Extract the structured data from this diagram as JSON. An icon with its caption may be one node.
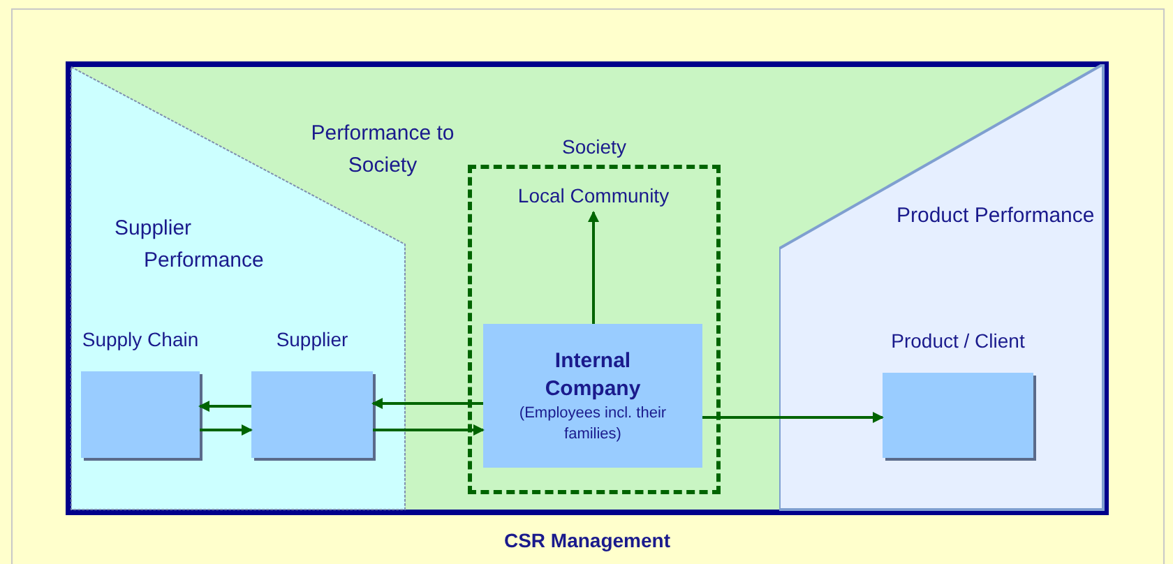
{
  "diagram": {
    "nodes": [
      {
        "text": [
          "CSR Management"
        ]
      },
      {
        "text": [
          "Supplier Performance"
        ],
        "in": 0
      },
      {
        "text": [
          "Supply Chain"
        ],
        "in": 1
      },
      {
        "text": [
          "Supplier"
        ],
        "in": 1
      },
      {
        "text": [
          "Society"
        ],
        "in": 0
      },
      {
        "text": [
          "Local Community"
        ],
        "in": 4
      },
      {
        "text": [
          "Internal Company",
          "(Employees incl. their families)"
        ],
        "in": 4
      },
      {
        "text": [
          "Product Performance"
        ],
        "in": 0
      },
      {
        "text": [
          "Product / Client"
        ],
        "in": 7
      }
    ],
    "edges": [
      {
        "from": 3,
        "to": 2,
        "arrow": "to"
      },
      {
        "from": 2,
        "to": 3,
        "arrow": "to"
      },
      {
        "from": 6,
        "to": 3,
        "arrow": "to"
      },
      {
        "from": 3,
        "to": 6,
        "arrow": "to"
      },
      {
        "from": 6,
        "to": 5,
        "arrow": "to"
      },
      {
        "from": 6,
        "to": 8,
        "arrow": "to"
      }
    ],
    "labels": [
      "Performance to Society"
    ]
  }
}
